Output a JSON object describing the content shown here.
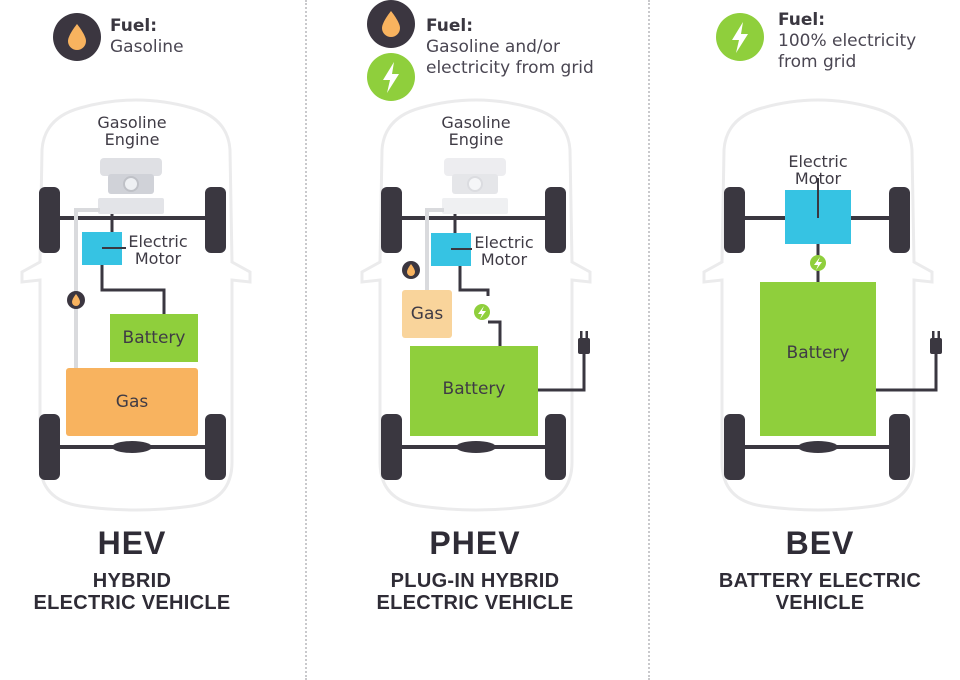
{
  "colors": {
    "gas_orange": "#f8b35f",
    "gas_light": "#f9d49b",
    "battery_green": "#8fcf3c",
    "motor_blue": "#36c3e3",
    "fuel_dark": "#3b3640",
    "wheel": "#3a3740",
    "car_outline": "#ebebec"
  },
  "panels": [
    {
      "fuel_label": "Fuel:",
      "fuel_value": "Gasoline",
      "fuel_icons": [
        "fuel-drop-icon"
      ],
      "components": {
        "engine": "Gasoline\nEngine",
        "motor": "Electric\nMotor",
        "battery": "Battery",
        "gas": "Gas"
      },
      "abbr": "HEV",
      "full_name": "HYBRID\nELECTRIC VEHICLE"
    },
    {
      "fuel_label": "Fuel:",
      "fuel_value": "Gasoline and/or\nelectricity from grid",
      "fuel_icons": [
        "fuel-drop-icon",
        "lightning-bolt-icon"
      ],
      "components": {
        "engine": "Gasoline\nEngine",
        "motor": "Electric\nMotor",
        "battery": "Battery",
        "gas": "Gas"
      },
      "abbr": "PHEV",
      "full_name": "PLUG-IN HYBRID\nELECTRIC VEHICLE"
    },
    {
      "fuel_label": "Fuel:",
      "fuel_value": "100% electricity\nfrom grid",
      "fuel_icons": [
        "lightning-bolt-icon"
      ],
      "components": {
        "motor": "Electric\nMotor",
        "battery": "Battery"
      },
      "abbr": "BEV",
      "full_name": "BATTERY ELECTRIC\nVEHICLE"
    }
  ]
}
